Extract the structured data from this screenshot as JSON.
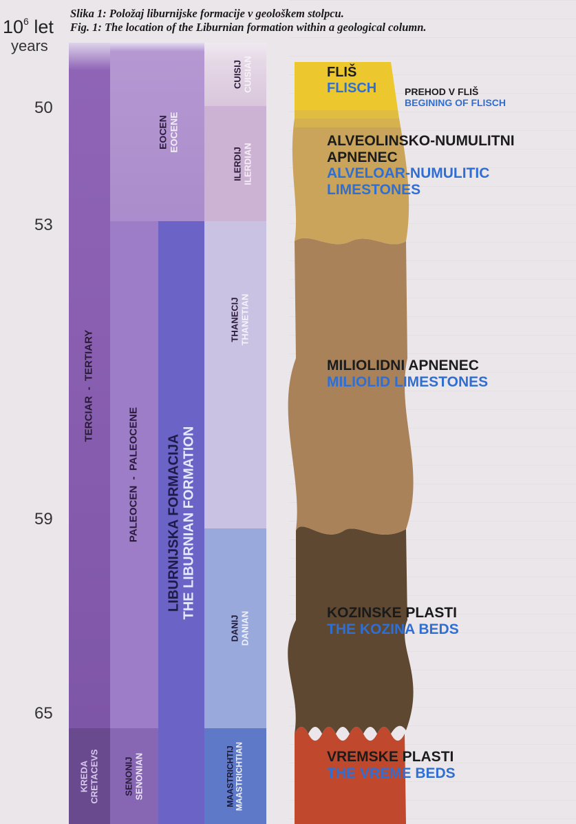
{
  "caption": {
    "line1": "Slika 1: Položaj liburnijske formacije v geološkem stolpcu.",
    "line2": "Fig. 1: The location of the Liburnian formation within a geological column."
  },
  "axis": {
    "unit_prefix": "10",
    "unit_exp": "6",
    "unit_sl": "let",
    "unit_en": "years",
    "ticks": [
      "50",
      "53",
      "59",
      "65"
    ]
  },
  "columns": {
    "period_kreda": {
      "sl": "KREDA",
      "en": "CRETACEVS"
    },
    "period_tertiary": {
      "sl": "TERCIAR",
      "sep": "-",
      "en": "TERTIARY"
    },
    "epoch_senonij": {
      "sl": "SENONIJ",
      "en": "SENONIAN"
    },
    "epoch_paleocen": {
      "sl": "PALEOCEN",
      "sep": "-",
      "en": "PALEOCENE"
    },
    "epoch_eocen": {
      "sl": "EOCEN",
      "en": "EOCENE"
    },
    "formation": {
      "sl": "LIBURNIJSKA FORMACIJA",
      "en": "THE LIBURNIAN FORMATION"
    },
    "stage_cuisij": {
      "sl": "CUISIJ",
      "en": "CUISIAN"
    },
    "stage_ilerdij": {
      "sl": "ILERDIJ",
      "en": "ILERDIAN"
    },
    "stage_thanecij": {
      "sl": "THANECIJ",
      "en": "THANETIAN"
    },
    "stage_danij": {
      "sl": "DANIJ",
      "en": "DANIAN"
    },
    "stage_maastrichtij": {
      "sl": "MAASTRICHTIJ",
      "en": "MAASTRICHTIAN"
    }
  },
  "lithology": {
    "flysch": {
      "sl": "FLIŠ",
      "en": "FLISCH",
      "note_sl": "PREHOD V FLIŠ",
      "note_en": "BEGINING OF FLISCH"
    },
    "alveolinid": {
      "sl1": "ALVEOLINSKO-NUMULITNI",
      "sl2": "APNENEC",
      "en1": "ALVELOAR-NUMULITIC",
      "en2": "LIMESTONES"
    },
    "miliolid": {
      "sl": "MILIOLIDNI APNENEC",
      "en": "MILIOLID LIMESTONES"
    },
    "kozina": {
      "sl": "KOZINSKE PLASTI",
      "en": "THE KOZINA BEDS"
    },
    "vreme": {
      "sl": "VREMSKE PLASTI",
      "en": "THE VREME BEDS"
    }
  },
  "colors": {
    "flysch": "#ecc82e",
    "alveolinid": "#c9a45a",
    "miliolid": "#a9825a",
    "kozina": "#5e4832",
    "vreme": "#c0482d",
    "label_blue": "#2f6fd3"
  }
}
